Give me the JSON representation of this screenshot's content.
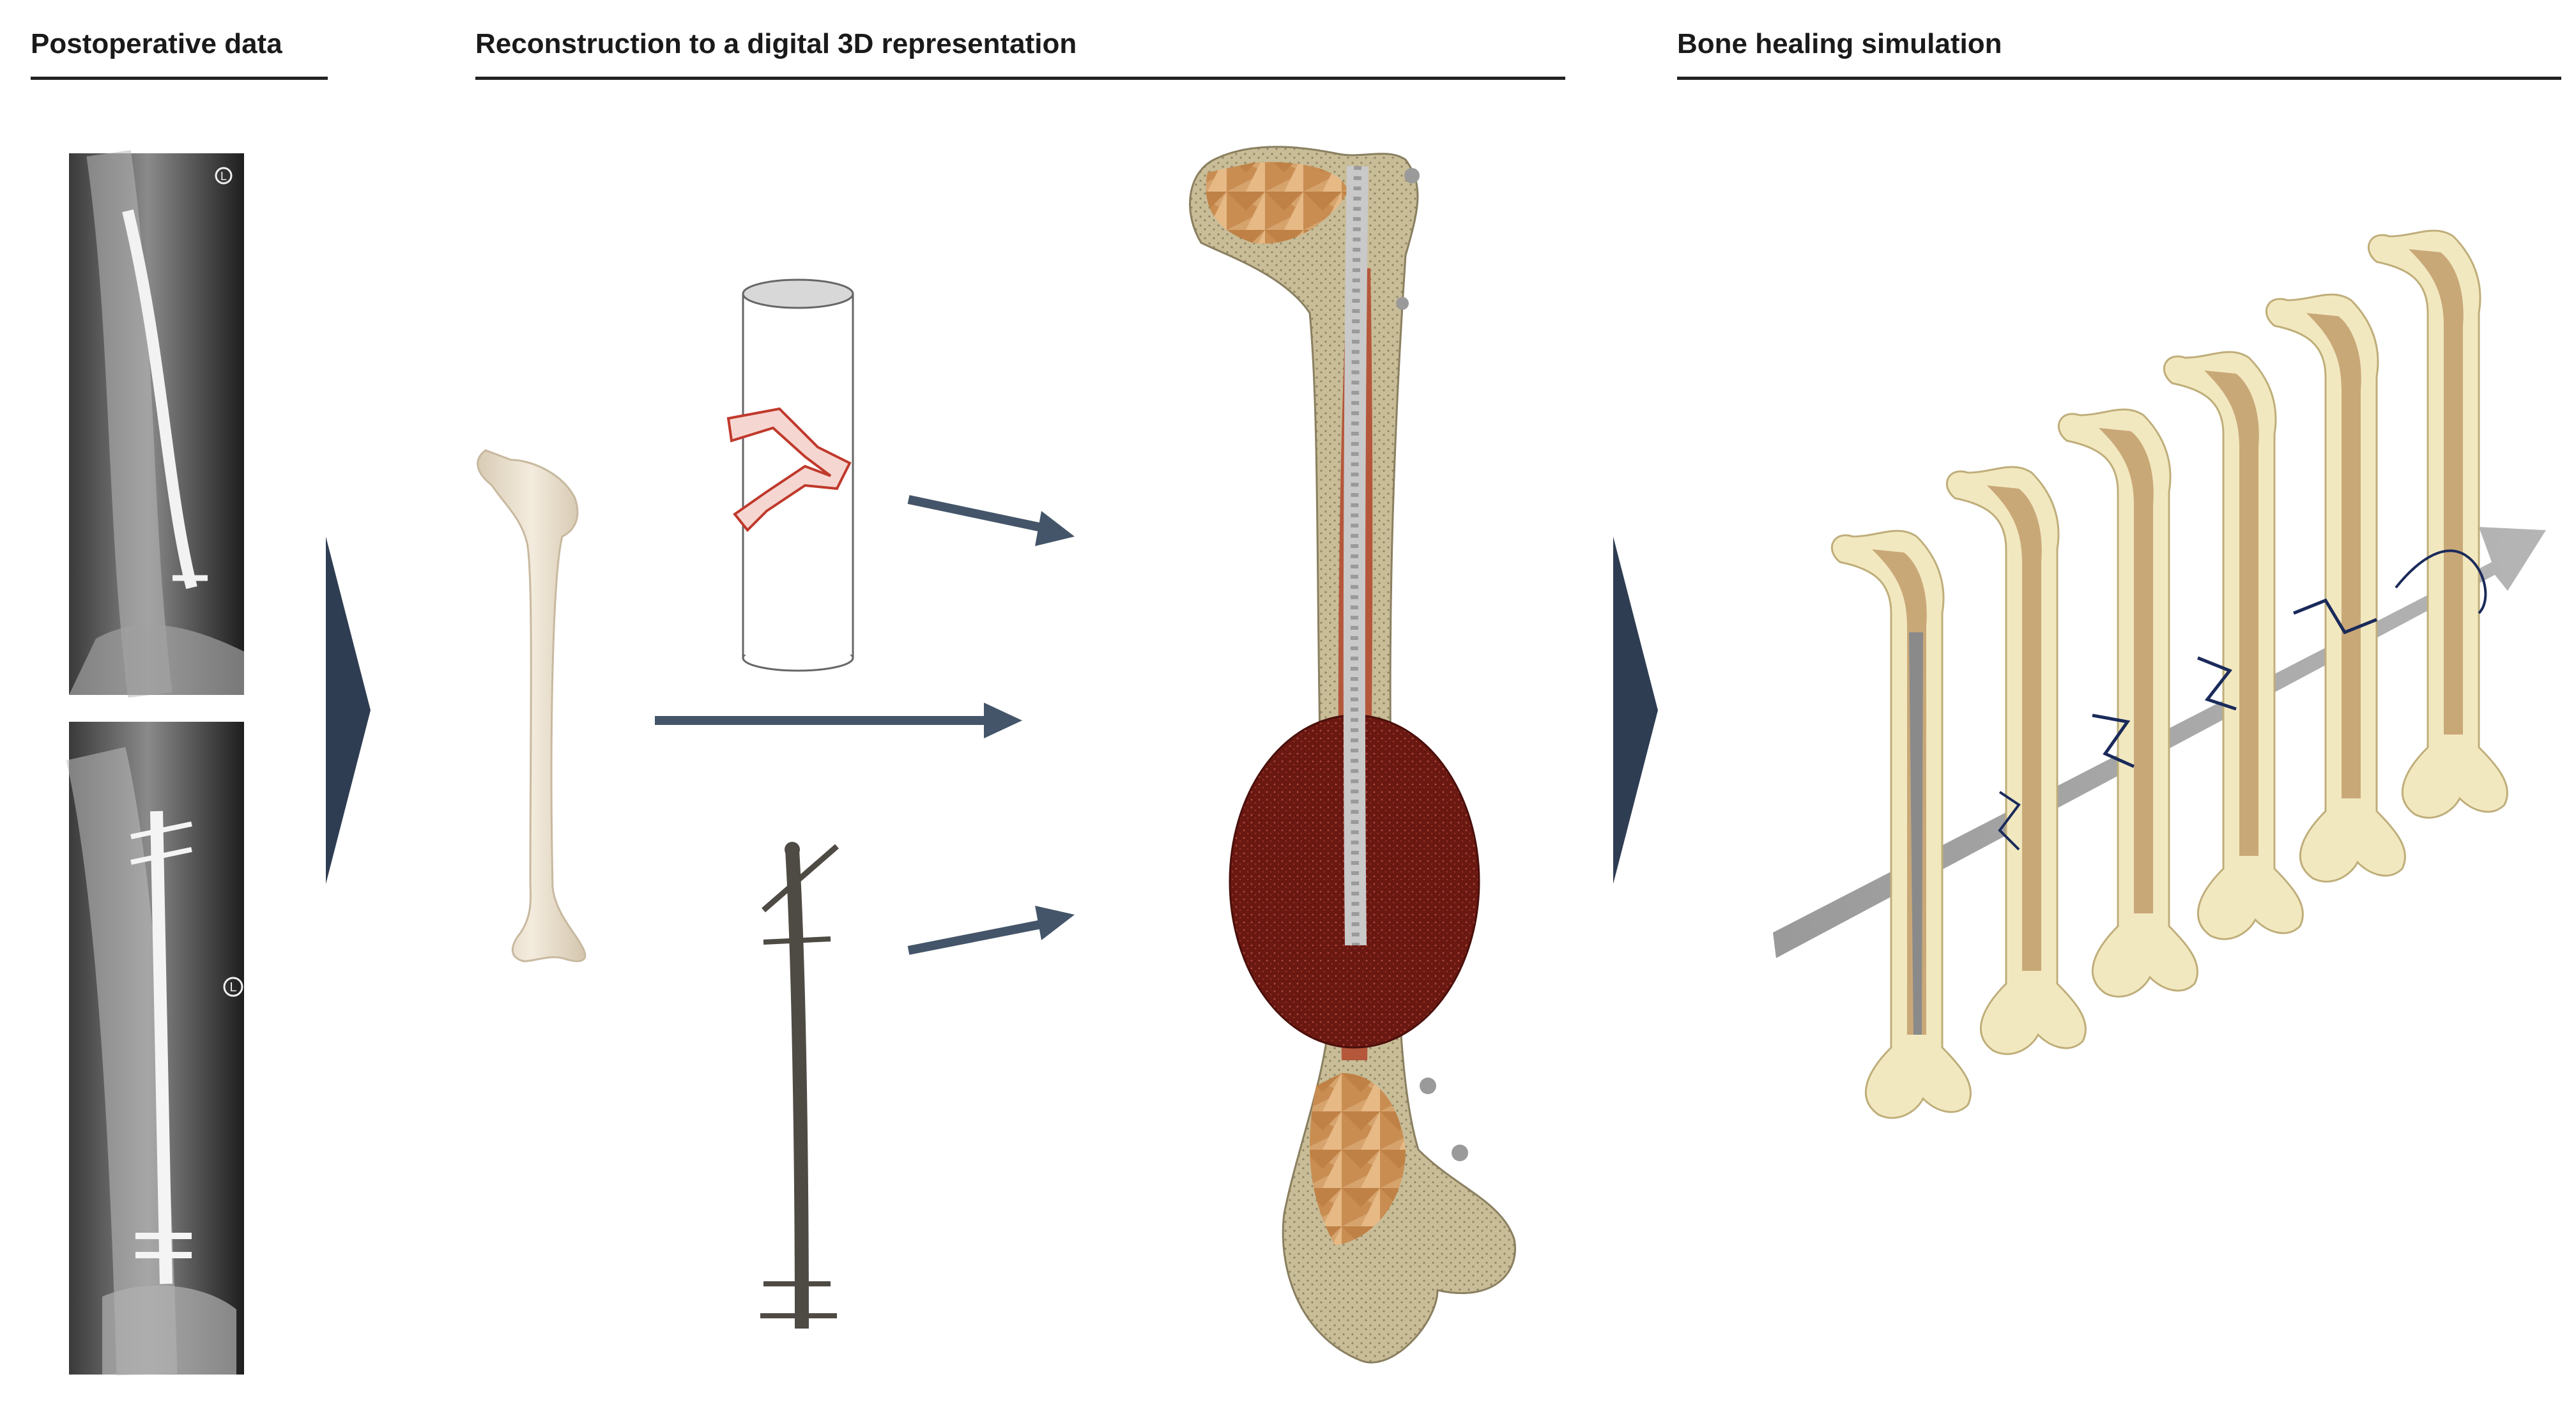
{
  "sections": {
    "postoperative": {
      "title": "Postoperative data"
    },
    "reconstruction": {
      "title": "Reconstruction to a digital 3D representation"
    },
    "healing": {
      "title": "Bone healing simulation"
    }
  },
  "xray_marks": {
    "top": "L",
    "bottom": "L"
  },
  "colors": {
    "header_rule": "#222222",
    "chevron": "#2e3d52",
    "arrow": "#445569",
    "bone": "#eee3d2",
    "fracture_outline": "#c0392b",
    "implant": "#4e4a44",
    "mesh_cortex": "#cfc3a0",
    "mesh_cancellous": "#d29a63",
    "callus": "#6e1a14",
    "time_arrow": "#a8a8a8",
    "section_bone": "#f2e8c0",
    "section_canal": "#c9a878"
  },
  "icons": [
    "divider-chevron",
    "flow-arrow",
    "time-axis-arrow"
  ]
}
